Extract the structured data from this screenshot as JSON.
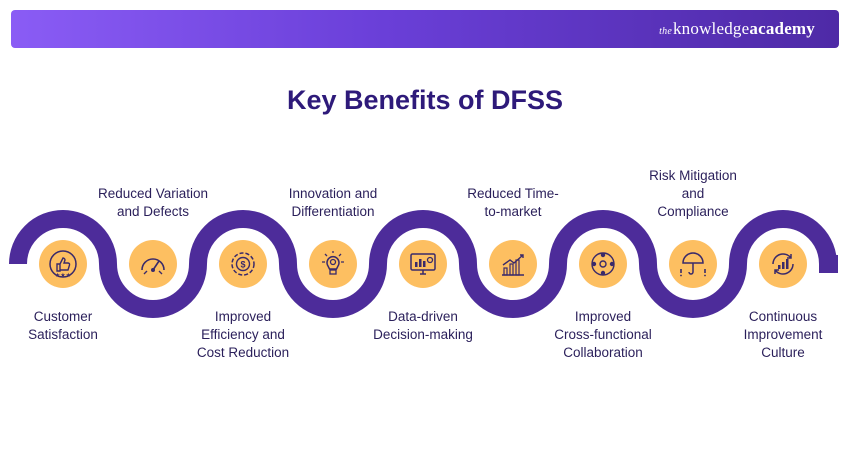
{
  "brand": {
    "logo_the": "the",
    "logo_knowledge": "knowledge",
    "logo_academy": "academy"
  },
  "title": "Key Benefits of DFSS",
  "colors": {
    "banner_start": "#8a5cf5",
    "banner_end": "#4e2aa6",
    "wave": "#4d2c9a",
    "node": "#fdbf61",
    "title": "#2e1a7a"
  },
  "benefits": [
    {
      "label": "Customer\nSatisfaction",
      "icon": "thumbs-up-stars-icon",
      "position": "below"
    },
    {
      "label": "Reduced Variation\nand Defects",
      "icon": "gauge-icon",
      "position": "above"
    },
    {
      "label": "Improved\nEfficiency and\nCost Reduction",
      "icon": "dollar-cycle-icon",
      "position": "below"
    },
    {
      "label": "Innovation and\nDifferentiation",
      "icon": "lightbulb-gear-icon",
      "position": "above"
    },
    {
      "label": "Data-driven\nDecision-making",
      "icon": "dashboard-monitor-icon",
      "position": "below"
    },
    {
      "label": "Reduced Time-\nto-market",
      "icon": "growth-chart-icon",
      "position": "above"
    },
    {
      "label": "Improved\nCross-functional\nCollaboration",
      "icon": "team-network-icon",
      "position": "below"
    },
    {
      "label": "Risk Mitigation\nand\nCompliance",
      "icon": "risk-umbrella-icon",
      "position": "above"
    },
    {
      "label": "Continuous\nImprovement\nCulture",
      "icon": "improvement-cycle-icon",
      "position": "below"
    }
  ]
}
